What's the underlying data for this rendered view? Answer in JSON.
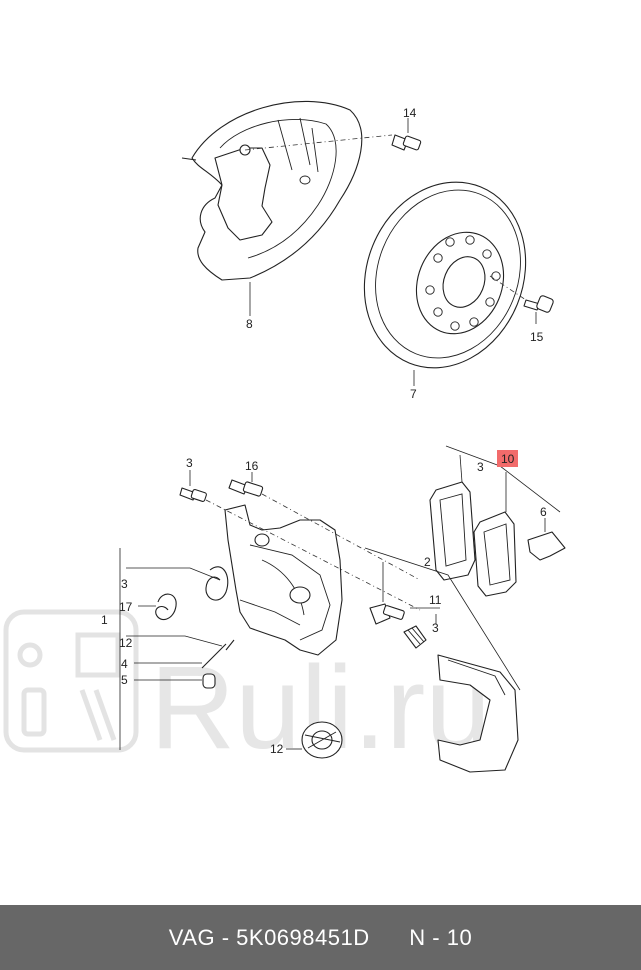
{
  "watermark": {
    "text": "Ruli.ru"
  },
  "callouts": {
    "c14": "14",
    "c8": "8",
    "c15": "15",
    "c7": "7",
    "c3a": "3",
    "c16": "16",
    "c3b": "3",
    "c17": "17",
    "c1": "1",
    "c12a": "12",
    "c4": "4",
    "c5": "5",
    "c12b": "12",
    "c2": "2",
    "c11": "11",
    "c3c": "3",
    "c10": "10",
    "c3d": "3",
    "c6": "6"
  },
  "colors": {
    "highlight": "#f26b6b",
    "footer_bg": "#676767"
  },
  "footer": {
    "brand": "VAG",
    "part_number": "5K0698451D",
    "page": "N - 10"
  }
}
